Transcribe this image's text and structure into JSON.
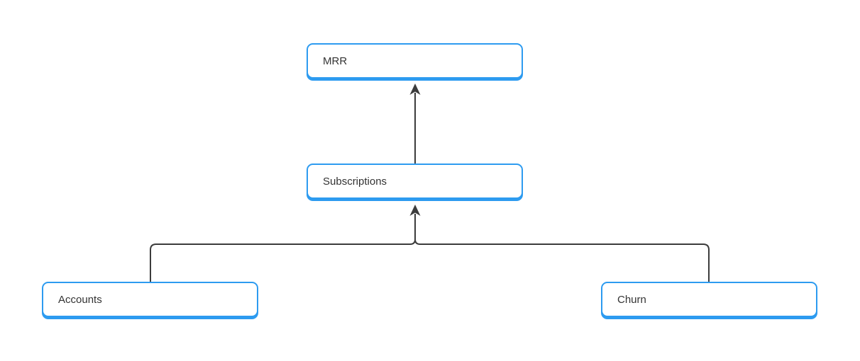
{
  "diagram": {
    "nodes": [
      {
        "id": "mrr",
        "label": "MRR"
      },
      {
        "id": "subscriptions",
        "label": "Subscriptions"
      },
      {
        "id": "accounts",
        "label": "Accounts"
      },
      {
        "id": "churn",
        "label": "Churn"
      }
    ],
    "edges": [
      {
        "from": "subscriptions",
        "to": "mrr",
        "arrow": "up"
      },
      {
        "from": "accounts",
        "to": "subscriptions",
        "arrow": "up"
      },
      {
        "from": "churn",
        "to": "subscriptions",
        "arrow": "up"
      }
    ]
  },
  "colors": {
    "node_border": "#2d9bf0",
    "node_bg": "#ffffff",
    "node_text": "#333333",
    "connector_color": "#3c3c3c",
    "canvas_bg": "#ffffff"
  }
}
